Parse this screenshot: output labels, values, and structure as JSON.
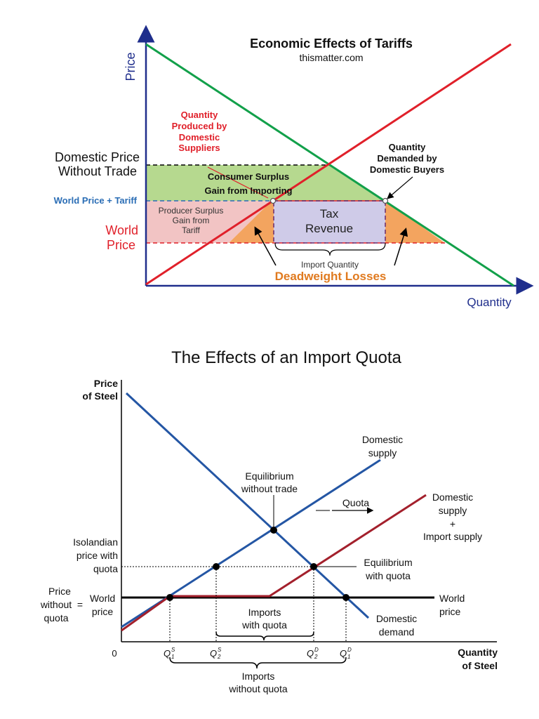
{
  "tariff": {
    "title": "Economic Effects of Tariffs",
    "source": "thismatter.com",
    "axis_y": "Price",
    "axis_x": "Quantity",
    "domestic_price_line1": "Domestic Price",
    "domestic_price_line2": "Without Trade",
    "world_price_tariff": "World Price + Tariff",
    "world_price_line1": "World",
    "world_price_line2": "Price",
    "qty_domestic_suppliers": [
      "Quantity",
      "Produced by",
      "Domestic",
      "Suppliers"
    ],
    "qty_domestic_buyers": [
      "Quantity",
      "Demanded by",
      "Domestic Buyers"
    ],
    "consumer_surplus": [
      "Consumer Surplus",
      "Gain from Importing"
    ],
    "producer_surplus": [
      "Producer Surplus",
      "Gain from",
      "Tariff"
    ],
    "tax_revenue": [
      "Tax",
      "Revenue"
    ],
    "import_quantity": "Import Quantity",
    "deadweight": "Deadweight Losses",
    "colors": {
      "demand": "#12a04a",
      "supply": "#e0202a",
      "axis": "#1f2e8c",
      "consumer": "#b6d98f",
      "producer": "#f2c4c4",
      "tax": "#cfcbe8",
      "deadweight": "#f3a45f",
      "deadweight_text": "#e07a1f",
      "tariff_text": "#2a6db5"
    }
  },
  "quota": {
    "title": "The Effects of an Import Quota",
    "axis_y": [
      "Price",
      "of Steel"
    ],
    "axis_x": [
      "Quantity",
      "of Steel"
    ],
    "origin": "0",
    "domestic_supply": [
      "Domestic",
      "supply"
    ],
    "domestic_import_supply": [
      "Domestic",
      "supply",
      "+",
      "Import supply"
    ],
    "domestic_demand": [
      "Domestic",
      "demand"
    ],
    "world_price_right": [
      "World",
      "price"
    ],
    "world_price_left": [
      "World",
      "price"
    ],
    "price_without_quota": [
      "Price",
      "without",
      "quota"
    ],
    "equals": "=",
    "isolandian_price": [
      "Isolandian",
      "price with",
      "quota"
    ],
    "eq_without_trade": [
      "Equilibrium",
      "without trade"
    ],
    "eq_with_quota": [
      "Equilibrium",
      "with quota"
    ],
    "quota_label": "Quota",
    "imports_with_quota": [
      "Imports",
      "with quota"
    ],
    "imports_without_quota": [
      "Imports",
      "without quota"
    ],
    "q_labels": [
      {
        "base": "Q",
        "sub": "1",
        "sup": "S"
      },
      {
        "base": "Q",
        "sub": "2",
        "sup": "S"
      },
      {
        "base": "Q",
        "sub": "2",
        "sup": "D"
      },
      {
        "base": "Q",
        "sub": "1",
        "sup": "D"
      }
    ],
    "colors": {
      "demand": "#2456a4",
      "supply": "#2456a4",
      "quota_supply": "#a3202c",
      "world": "#000000"
    }
  }
}
